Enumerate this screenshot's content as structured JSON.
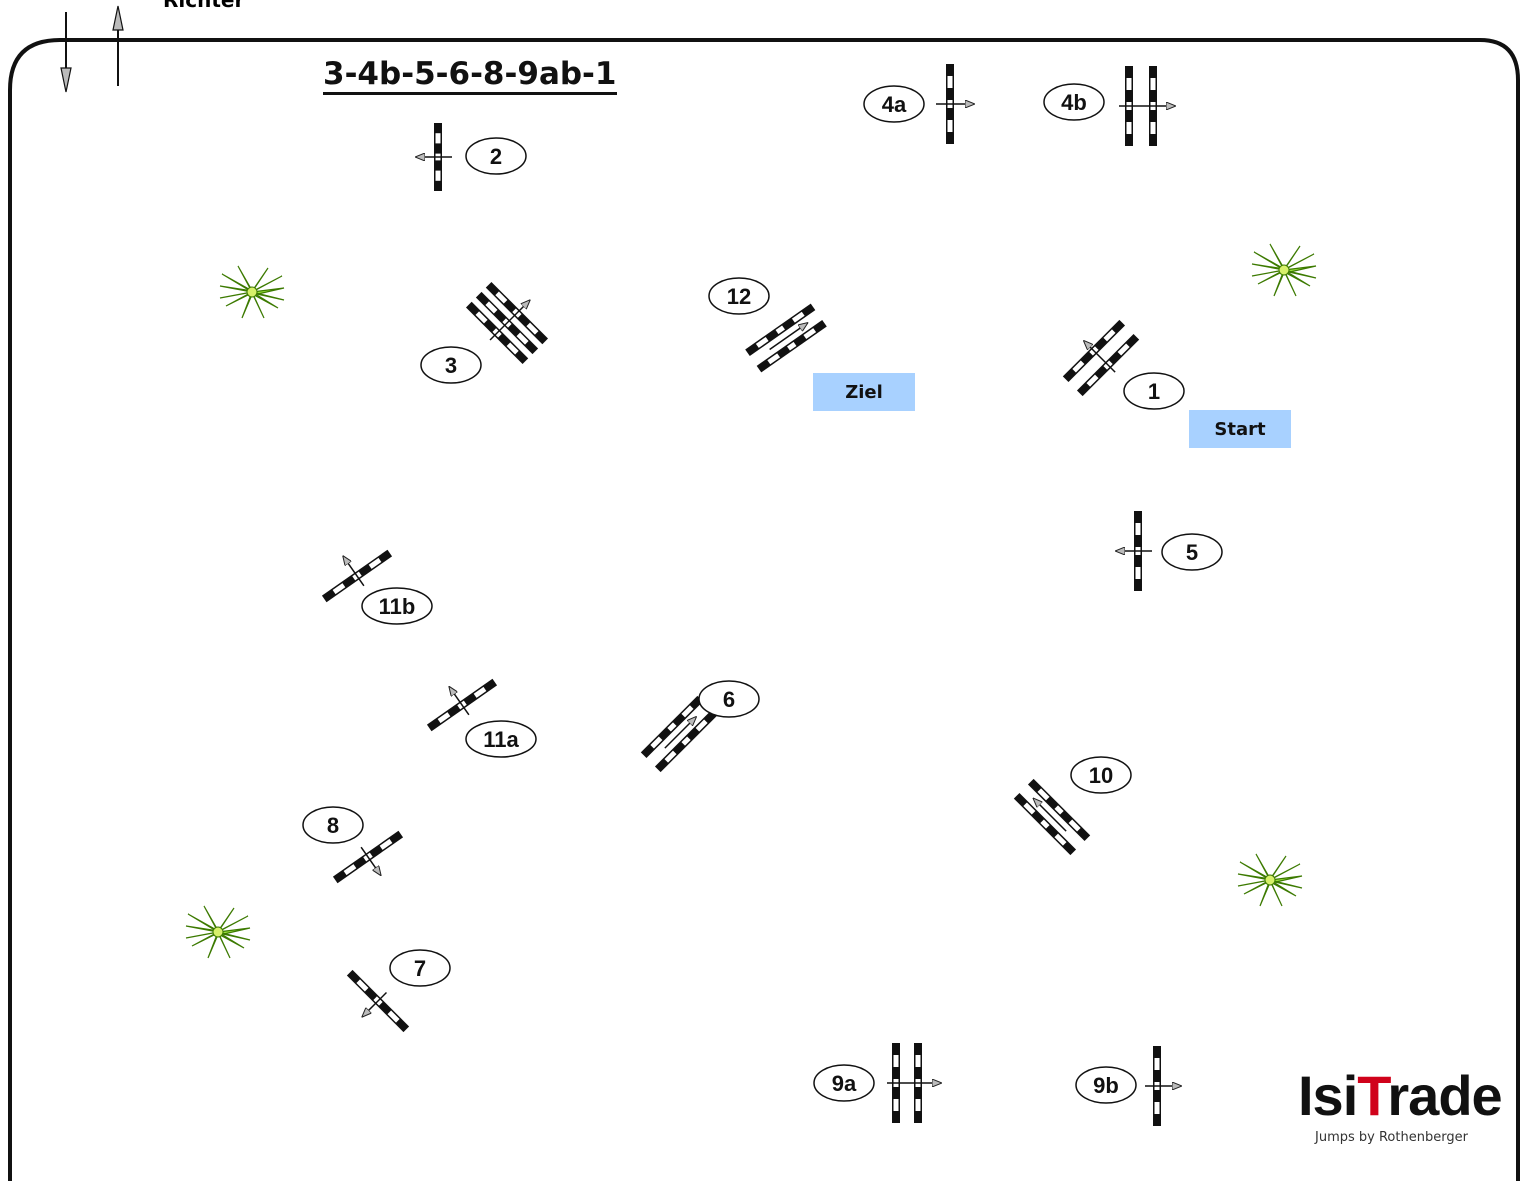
{
  "header_label": "Richter",
  "title": "3-4b-5-6-8-9ab-1",
  "start_label": "Start",
  "finish_label": "Ziel",
  "logo": {
    "brand_isi": "Isi",
    "brand_t": "T",
    "brand_rade": "rade",
    "tagline": "Jumps by Rothenberger"
  },
  "colors": {
    "pole_dark": "#111111",
    "pole_light": "#ffffff",
    "label_box": "#a8d1ff",
    "plant": "#9be23c",
    "logo_red": "#d0021b"
  },
  "obstacles": [
    {
      "id": "1",
      "label": "1",
      "kind": "oxer"
    },
    {
      "id": "2",
      "label": "2",
      "kind": "vertical"
    },
    {
      "id": "3",
      "label": "3",
      "kind": "triple-bar"
    },
    {
      "id": "4a",
      "label": "4a",
      "kind": "vertical"
    },
    {
      "id": "4b",
      "label": "4b",
      "kind": "oxer"
    },
    {
      "id": "5",
      "label": "5",
      "kind": "vertical"
    },
    {
      "id": "6",
      "label": "6",
      "kind": "oxer"
    },
    {
      "id": "7",
      "label": "7",
      "kind": "vertical"
    },
    {
      "id": "8",
      "label": "8",
      "kind": "vertical"
    },
    {
      "id": "9a",
      "label": "9a",
      "kind": "oxer"
    },
    {
      "id": "9b",
      "label": "9b",
      "kind": "vertical"
    },
    {
      "id": "10",
      "label": "10",
      "kind": "oxer"
    },
    {
      "id": "11a",
      "label": "11a",
      "kind": "vertical"
    },
    {
      "id": "11b",
      "label": "11b",
      "kind": "vertical"
    },
    {
      "id": "12",
      "label": "12",
      "kind": "oxer"
    }
  ],
  "decorations": [
    {
      "icon": "plant-icon"
    },
    {
      "icon": "plant-icon"
    },
    {
      "icon": "plant-icon"
    },
    {
      "icon": "plant-icon"
    }
  ]
}
